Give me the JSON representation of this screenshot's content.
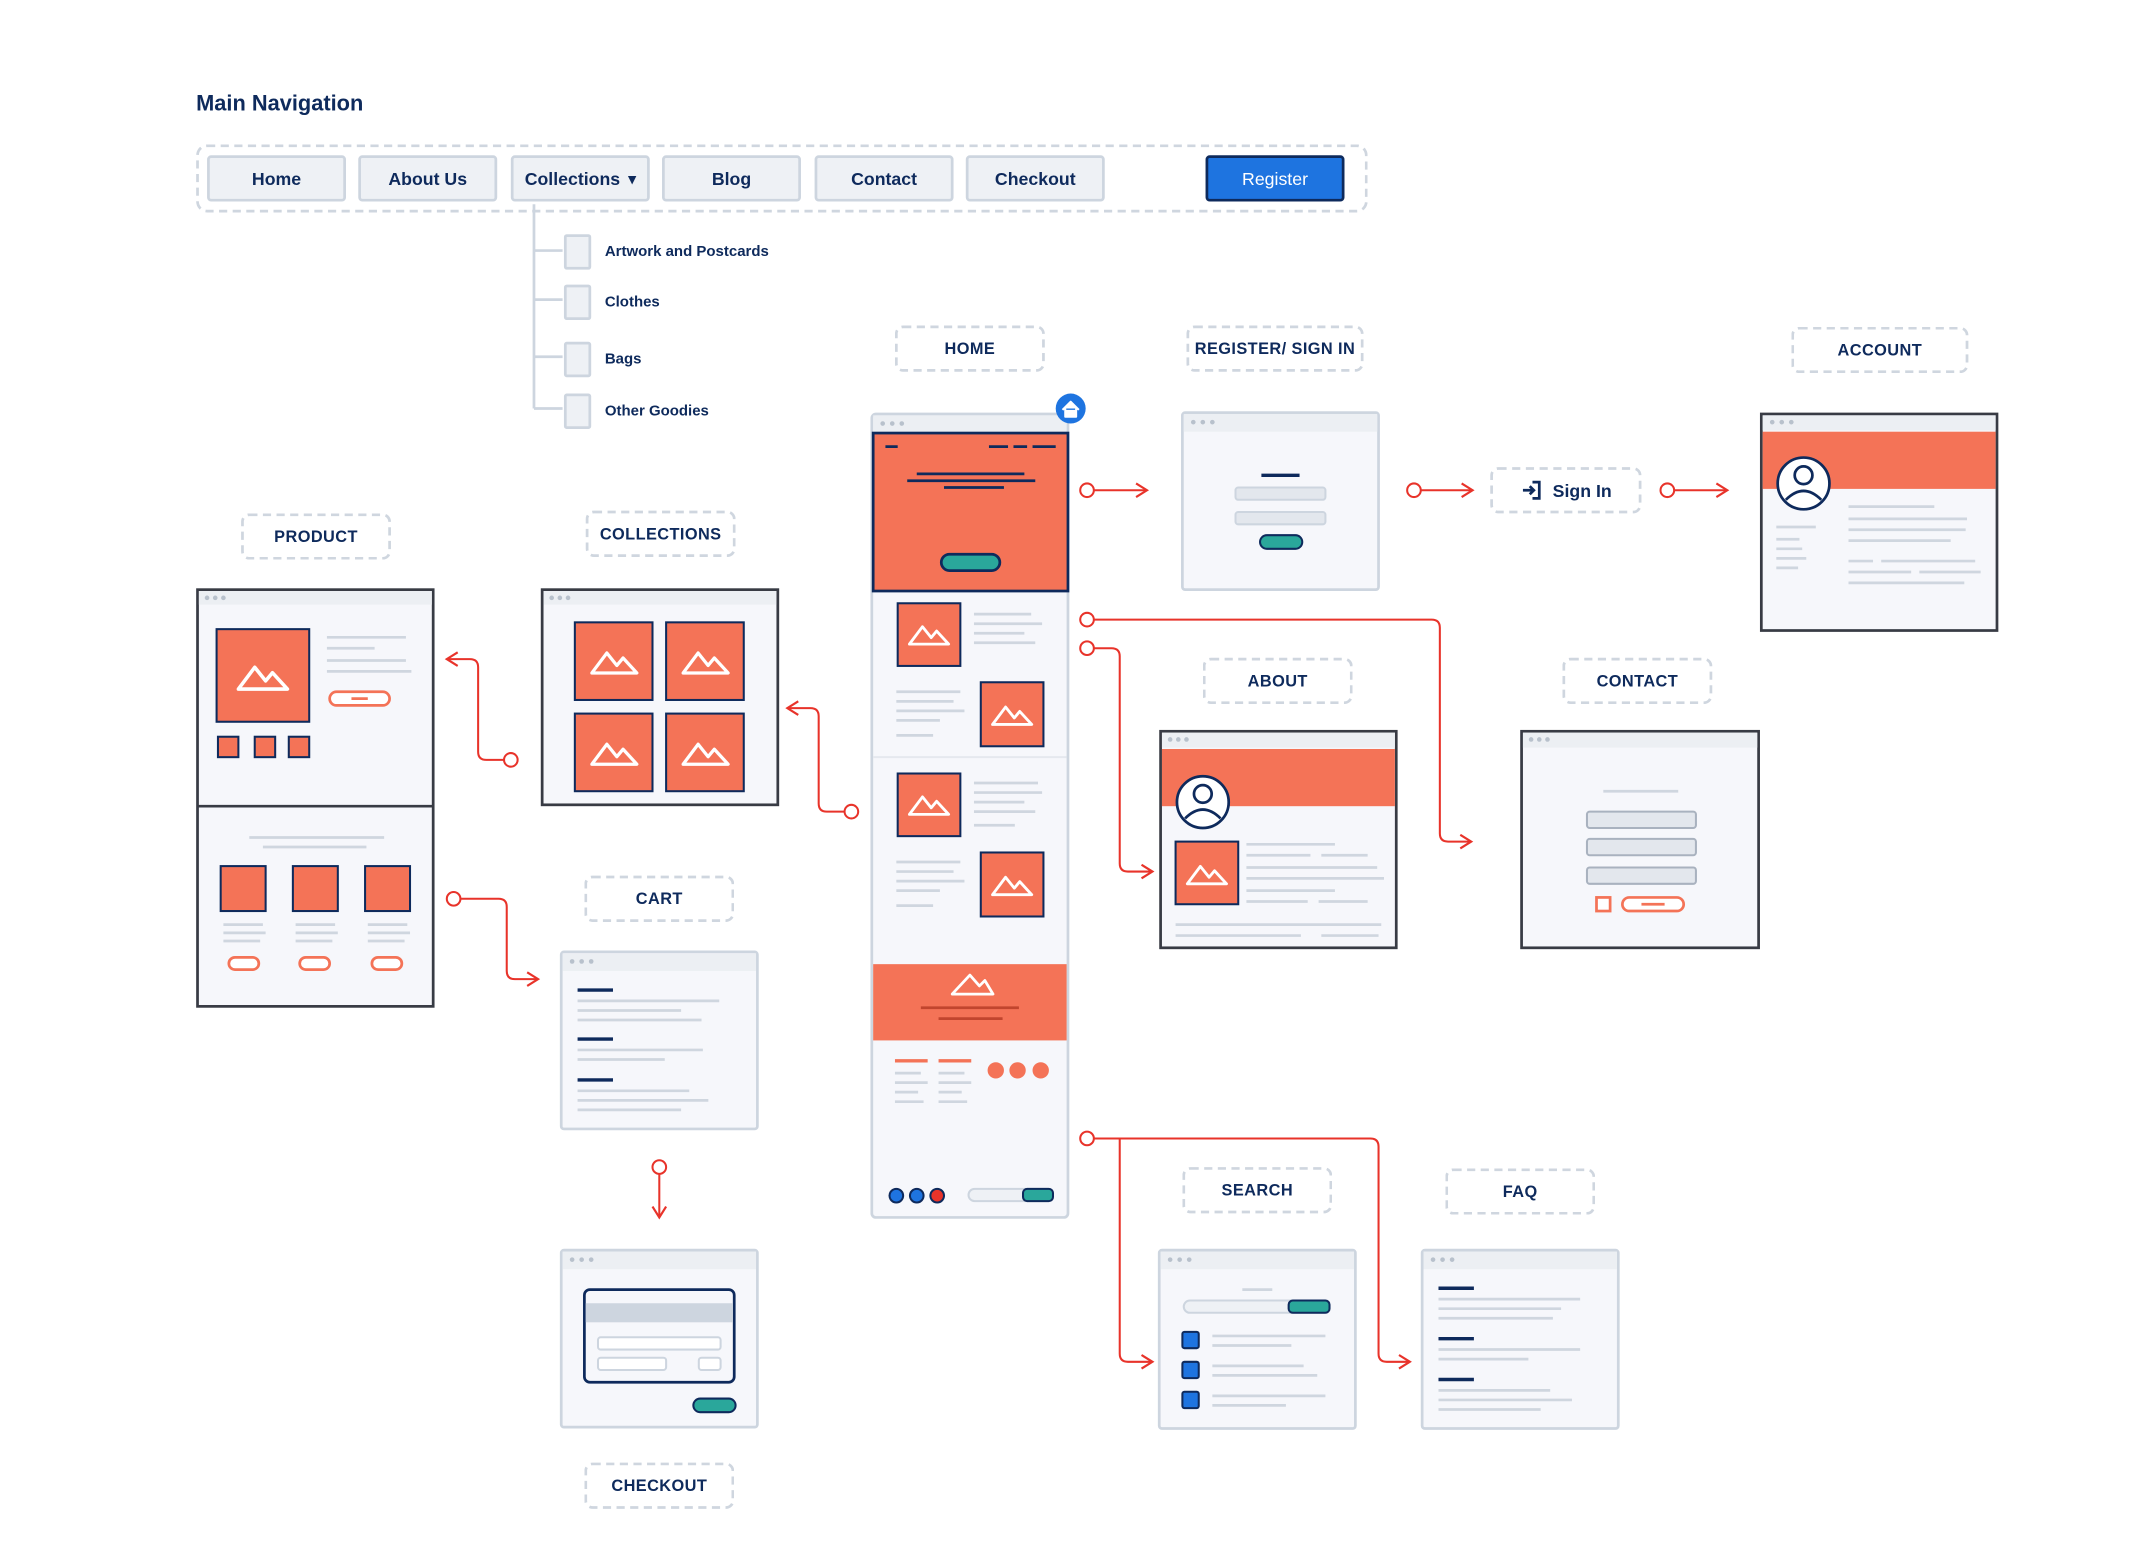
{
  "nav": {
    "title": "Main Navigation",
    "items": [
      {
        "label": "Home",
        "name": "nav-home-button"
      },
      {
        "label": "About Us",
        "name": "nav-about-us-button"
      },
      {
        "label": "Collections",
        "name": "nav-collections-button"
      },
      {
        "label": "Blog",
        "name": "nav-blog-button"
      },
      {
        "label": "Contact",
        "name": "nav-contact-button"
      },
      {
        "label": "Checkout",
        "name": "nav-checkout-button"
      }
    ],
    "register_label": "Register",
    "collections_arrow": "▾",
    "submenu": [
      "Artwork and Postcards",
      "Clothes",
      "Bags",
      "Other Goodies"
    ]
  },
  "pages": {
    "home": "HOME",
    "register": "REGISTER/ SIGN IN",
    "account": "ACCOUNT",
    "product": "PRODUCT",
    "collections": "COLLECTIONS",
    "about": "ABOUT",
    "contact": "CONTACT",
    "cart": "CART",
    "checkout": "CHECKOUT",
    "search": "SEARCH",
    "faq": "FAQ"
  },
  "signin": {
    "label": "Sign In",
    "icon": "sign-in-icon"
  },
  "colors": {
    "navy": "#0e2a5c",
    "coral": "#f47357",
    "red_link": "#e8332a",
    "blue": "#1e74e0",
    "teal": "#2aa79b",
    "grey_border": "#cdd5df"
  }
}
